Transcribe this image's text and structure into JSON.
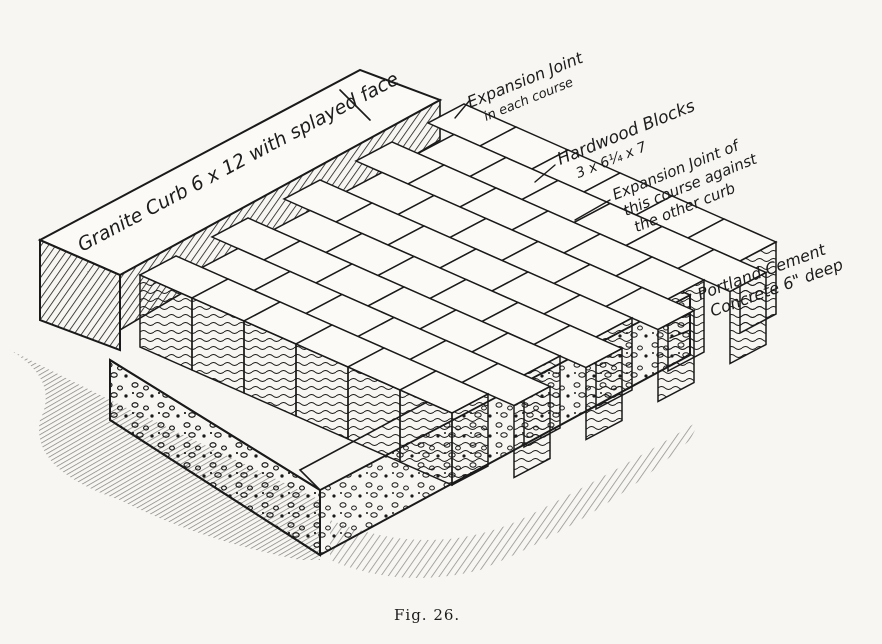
{
  "figure": {
    "caption": "Fig. 26.",
    "labels": {
      "curb": "Granite Curb 6 x 12 with splayed face",
      "expansion_each_1": "Expansion Joint",
      "expansion_each_2": "in each course",
      "blocks_1": "Hardwood Blocks",
      "blocks_2": "3 x 6¼ x 7",
      "expansion_curb_1": "Expansion Joint of",
      "expansion_curb_2": "this course against",
      "expansion_curb_3": "the other curb",
      "concrete_1": "Portland Cement",
      "concrete_2": "Concrete 6\" deep"
    }
  },
  "colors": {
    "ink": "#1a1a1a",
    "paper": "#f7f6f2",
    "block_face": "#fbfaf6"
  }
}
